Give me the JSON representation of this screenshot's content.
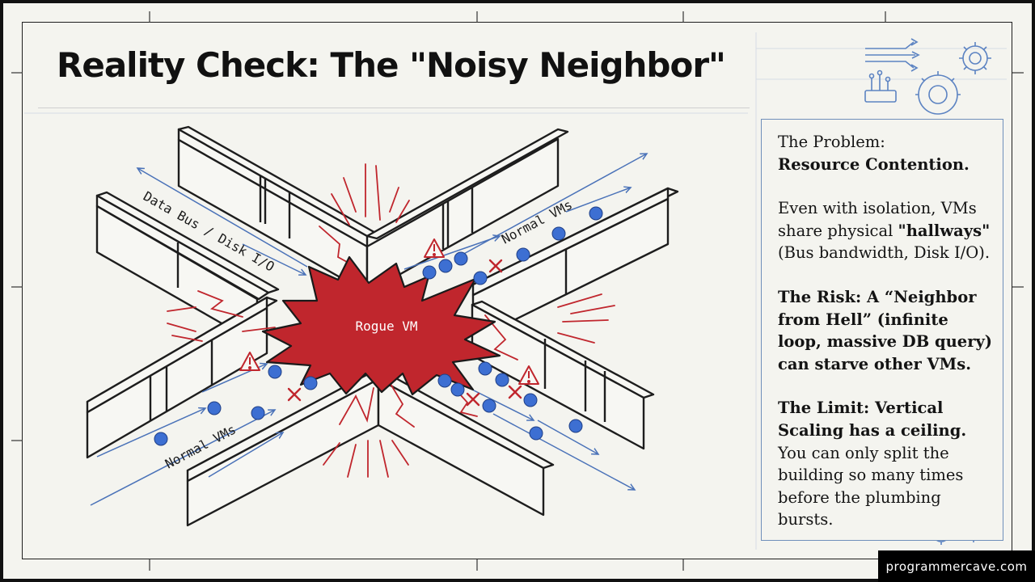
{
  "title": "Reality Check: The \"Noisy Neighbor\"",
  "diagram": {
    "bus_label": "Data Bus / Disk I/O",
    "normal_vms_label_top": "Normal VMs",
    "normal_vms_label_bottom": "Normal VMs",
    "rogue_label": "Rogue VM"
  },
  "panel": {
    "p1_line1": "The Problem:",
    "p1_bold": "Resource Contention.",
    "p2_pre": "Even with isolation, VMs share physical ",
    "p2_bold": "\"hallways\"",
    "p2_post": " (Bus bandwidth, Disk I/O).",
    "p3_bold": "The Risk: A “Neighbor from Hell” (infinite loop, massive DB query) can starve other VMs.",
    "p4_bold": "The Limit: Vertical Scaling has a ceiling.",
    "p4_rest": " You can only split the building so many times before the plumbing bursts."
  },
  "watermark": "programmercave.com",
  "colors": {
    "rogue_red": "#c0262d",
    "vm_blue": "#3d6fd2",
    "arrow_blue": "#4a72b8",
    "panel_border": "#6f8fba",
    "background": "#f4f4ef"
  },
  "icons": [
    "gear-icon",
    "circuit-icon",
    "warning-icon"
  ]
}
